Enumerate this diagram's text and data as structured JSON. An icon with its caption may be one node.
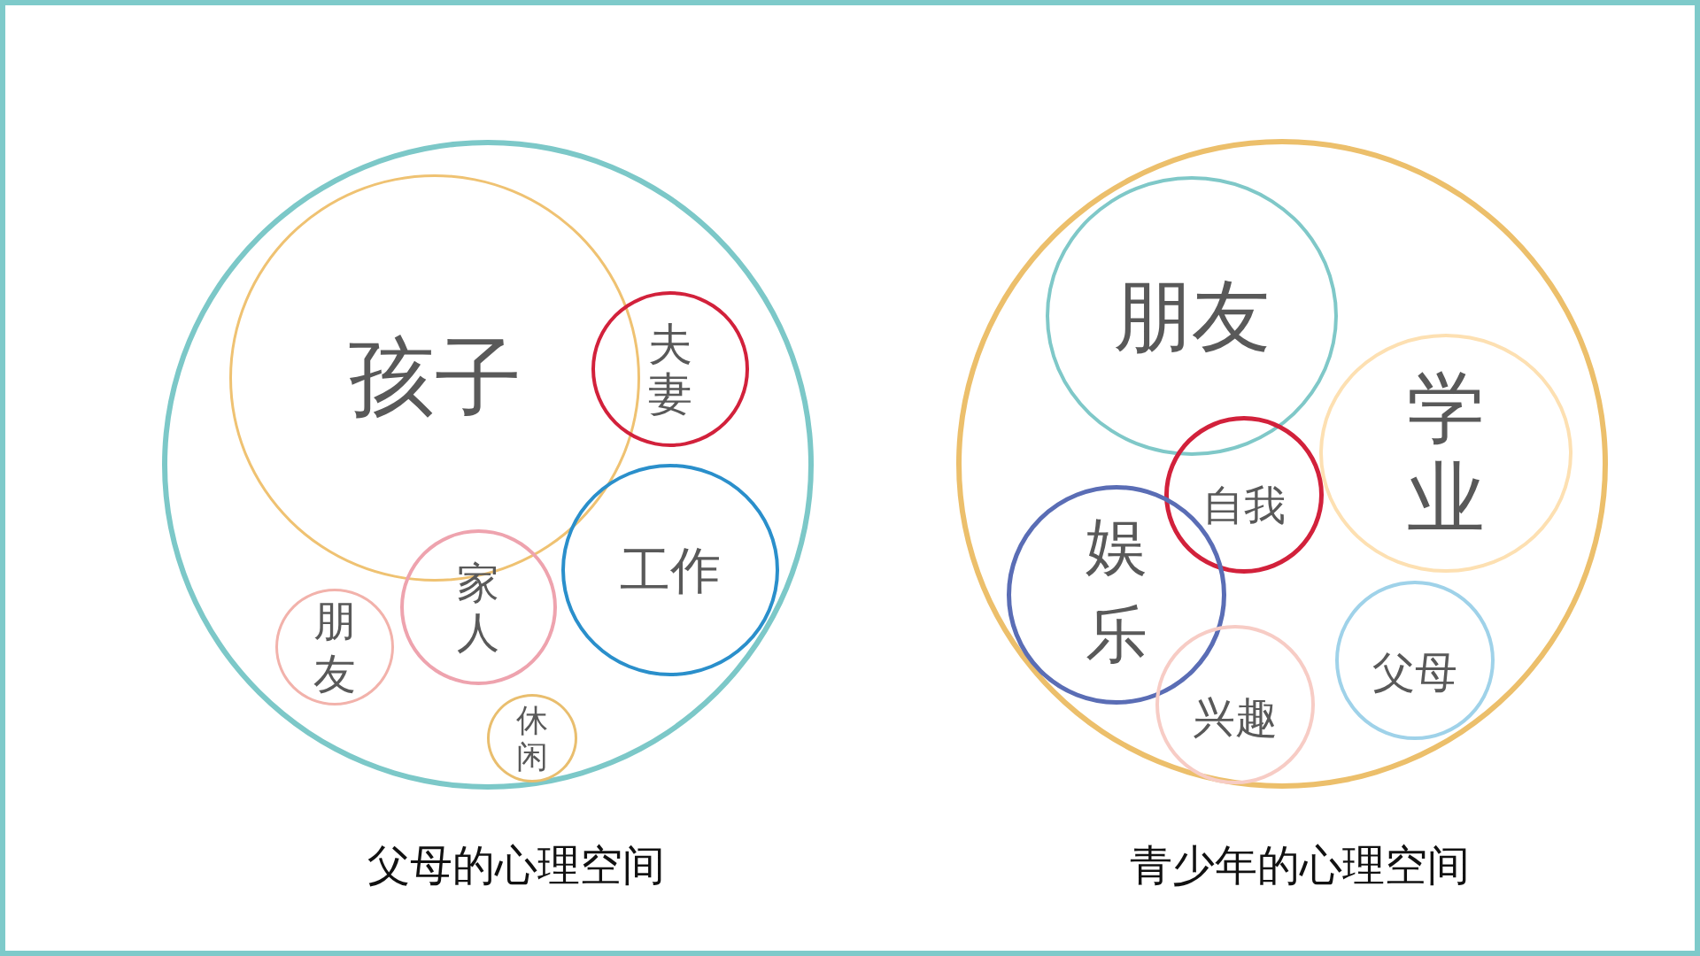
{
  "diagram": {
    "nodes": [
      {
        "text": [
          "父母的心理空间"
        ]
      },
      {
        "text": [
          "孩子"
        ],
        "in": 0
      },
      {
        "text": [
          "夫妻"
        ],
        "in": 0
      },
      {
        "text": [
          "工作"
        ],
        "in": 0
      },
      {
        "text": [
          "家人"
        ],
        "in": 0
      },
      {
        "text": [
          "朋友"
        ],
        "in": 0
      },
      {
        "text": [
          "休闲"
        ],
        "in": 0
      },
      {
        "text": [
          "青少年的心理空间"
        ]
      },
      {
        "text": [
          "朋友"
        ],
        "in": 7
      },
      {
        "text": [
          "学业"
        ],
        "in": 7
      },
      {
        "text": [
          "自我"
        ],
        "in": 7
      },
      {
        "text": [
          "娱乐"
        ],
        "in": 7
      },
      {
        "text": [
          "兴趣"
        ],
        "in": 7
      },
      {
        "text": [
          "父母"
        ],
        "in": 7
      }
    ]
  }
}
